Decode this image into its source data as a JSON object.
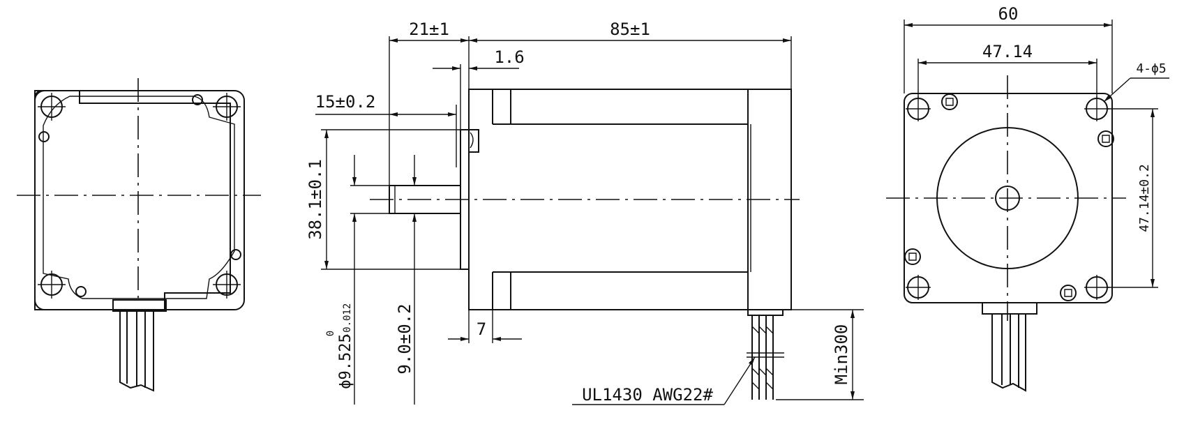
{
  "dimensions": {
    "body_length": "85±1",
    "shaft_length": "21±1",
    "boss_thickness": "1.6",
    "flat_length": "15±0.2",
    "boss_diameter": "38.1±0.1",
    "shaft_diameter": "ϕ9.525",
    "shaft_tol_upper": "0",
    "shaft_tol_lower": "-0.012",
    "flat_depth": "9.0±0.2",
    "flange_thickness": "7",
    "lead_length": "Min300",
    "flange_width": "60",
    "hole_spacing_horizontal": "47.14",
    "hole_spacing_vertical": "47.14±0.2",
    "mounting_holes": "4-ϕ5"
  },
  "notes": {
    "wire_spec": "UL1430 AWG22#"
  }
}
